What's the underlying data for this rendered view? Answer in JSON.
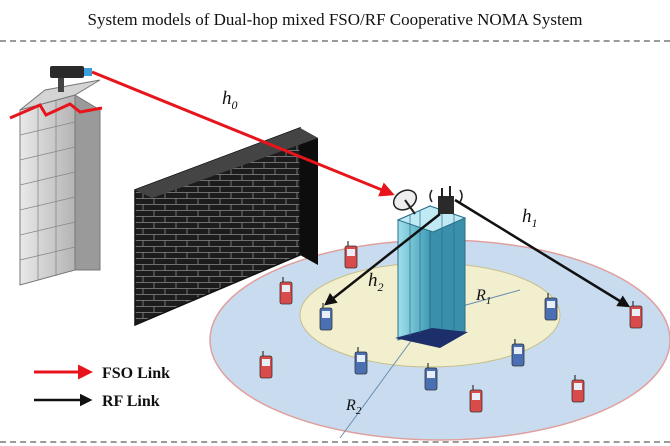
{
  "title": "System models of  Dual-hop mixed FSO/RF Cooperative NOMA System",
  "labels": {
    "h0": "h",
    "h0_sub": "0",
    "h1": "h",
    "h1_sub": "1",
    "h2": "h",
    "h2_sub": "2",
    "r1": "R",
    "r1_sub": "1",
    "r2": "R",
    "r2_sub": "2"
  },
  "legend": [
    {
      "label": "FSO Link",
      "color": "#e8141c"
    },
    {
      "label": "RF Link",
      "color": "#111111"
    }
  ],
  "colors": {
    "fso": "#e8141c",
    "rf": "#111111",
    "outer_ring": "#c9dcef",
    "inner_ring": "#f2efcf",
    "relay_tower": "#6fc4d8",
    "wall": "#1c1c1c"
  },
  "icons": [
    "source-building-icon",
    "fso-transmitter-icon",
    "brick-wall-icon",
    "relay-tower-icon",
    "satellite-dish-icon",
    "rf-antenna-icon",
    "mobile-phone-icon"
  ]
}
